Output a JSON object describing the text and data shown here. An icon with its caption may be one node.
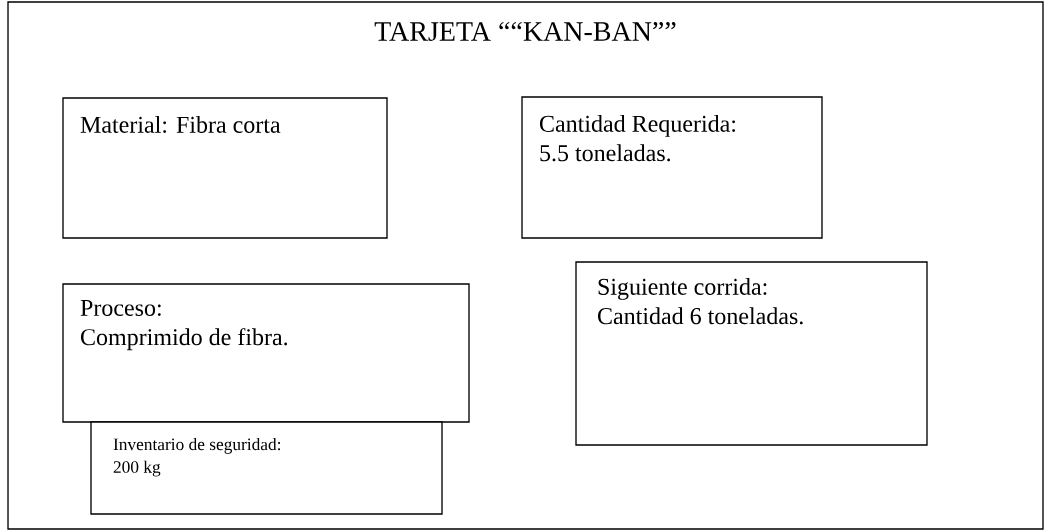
{
  "diagram": {
    "nodes": [
      {
        "text": [
          "TARJETA ““KAN-BAN””"
        ]
      },
      {
        "text": [
          "Material: Fibra corta"
        ],
        "in": 0
      },
      {
        "text": [
          "Cantidad Requerida:",
          "5.5 toneladas."
        ],
        "in": 0
      },
      {
        "text": [
          "Proceso:",
          "Comprimido de fibra."
        ],
        "in": 0
      },
      {
        "text": [
          "Siguiente corrida:",
          "Cantidad 6 toneladas."
        ],
        "in": 0
      },
      {
        "text": [
          "Inventario de seguridad:",
          "200 kg"
        ],
        "in": 0
      }
    ]
  }
}
